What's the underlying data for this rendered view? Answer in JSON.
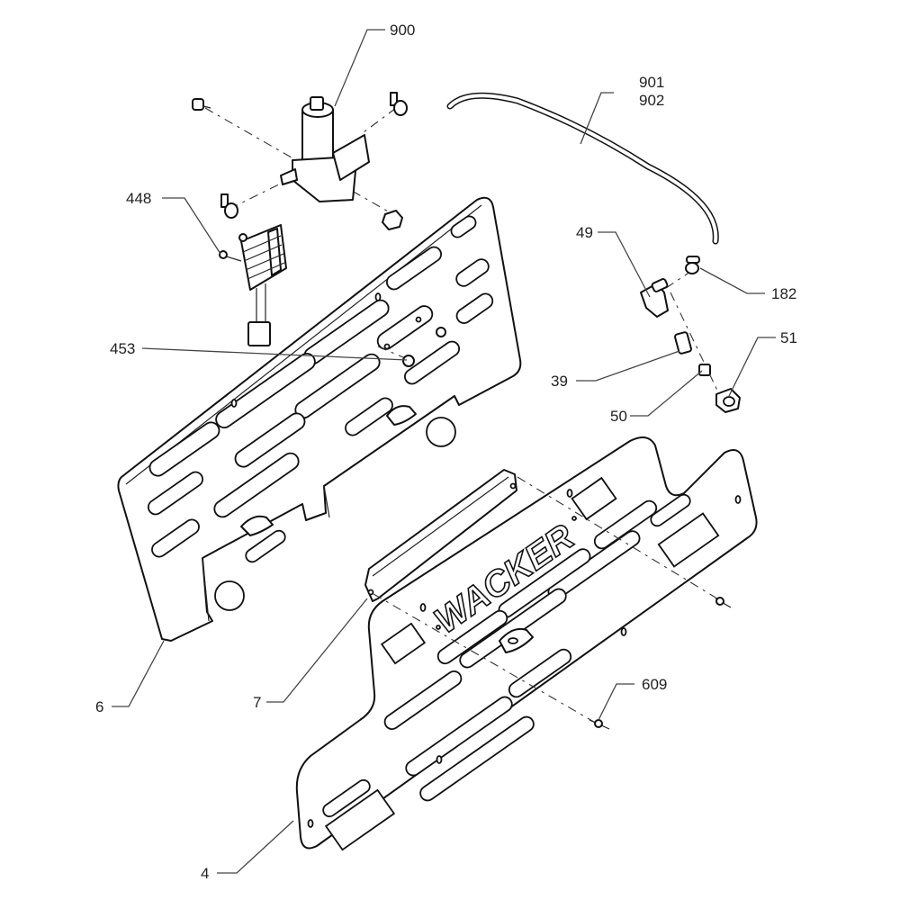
{
  "diagram": {
    "type": "exploded-parts-diagram",
    "brand_logo": "WACKER",
    "callouts": [
      {
        "id": "900",
        "label": "900",
        "part": "pump-motor"
      },
      {
        "id": "901",
        "label": "901",
        "part": "hose"
      },
      {
        "id": "902",
        "label": "902",
        "part": "hose"
      },
      {
        "id": "448",
        "label": "448",
        "part": "regulator-screw"
      },
      {
        "id": "49",
        "label": "49",
        "part": "elbow-fitting"
      },
      {
        "id": "182",
        "label": "182",
        "part": "hose-clamp"
      },
      {
        "id": "453",
        "label": "453",
        "part": "nut"
      },
      {
        "id": "51",
        "label": "51",
        "part": "cap-nut"
      },
      {
        "id": "39",
        "label": "39",
        "part": "sleeve"
      },
      {
        "id": "50",
        "label": "50",
        "part": "ferrule"
      },
      {
        "id": "609",
        "label": "609",
        "part": "rivet"
      },
      {
        "id": "6",
        "label": "6",
        "part": "back-panel"
      },
      {
        "id": "7",
        "label": "7",
        "part": "spacer-strip"
      },
      {
        "id": "4",
        "label": "4",
        "part": "front-panel"
      }
    ]
  }
}
